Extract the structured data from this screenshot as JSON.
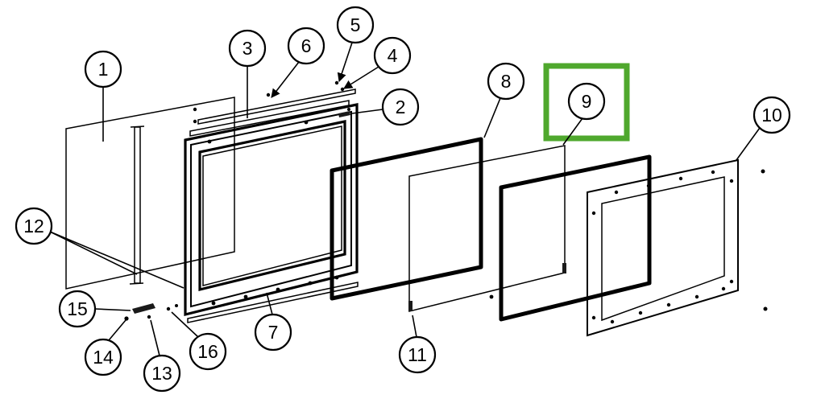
{
  "diagram": {
    "type": "exploded-parts-diagram",
    "description_visible_text_only": true,
    "colors": {
      "background": "#ffffff",
      "line": "#000000",
      "glass": "#b0b0b0"
    },
    "highlight": {
      "color": "#4fa82d",
      "target_callout": "9"
    },
    "callouts": [
      {
        "label": "1"
      },
      {
        "label": "2"
      },
      {
        "label": "3"
      },
      {
        "label": "4"
      },
      {
        "label": "5"
      },
      {
        "label": "6"
      },
      {
        "label": "7"
      },
      {
        "label": "8"
      },
      {
        "label": "9"
      },
      {
        "label": "10"
      },
      {
        "label": "11"
      },
      {
        "label": "12"
      },
      {
        "label": "13"
      },
      {
        "label": "14"
      },
      {
        "label": "15"
      },
      {
        "label": "16"
      }
    ]
  }
}
